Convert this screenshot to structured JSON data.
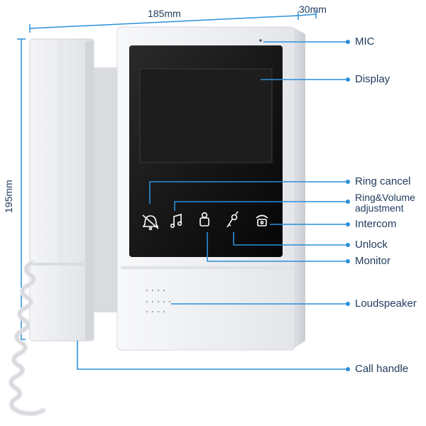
{
  "dimensions": {
    "width": "185mm",
    "depth": "30mm",
    "height": "195mm"
  },
  "callouts": {
    "mic": "MIC",
    "display": "Display",
    "ring_cancel": "Ring cancel",
    "ring_volume_line1": "Ring&Volume",
    "ring_volume_line2": "adjustment",
    "intercom": "Intercom",
    "unlock": "Unlock",
    "monitor": "Monitor",
    "loudspeaker": "Loudspeaker",
    "call_handle": "Call handle"
  },
  "colors": {
    "accent": "#2b8fd9",
    "label_text": "#1f3a5c",
    "device_body": "#f3f4f6",
    "screen": "#0b0b0b"
  }
}
